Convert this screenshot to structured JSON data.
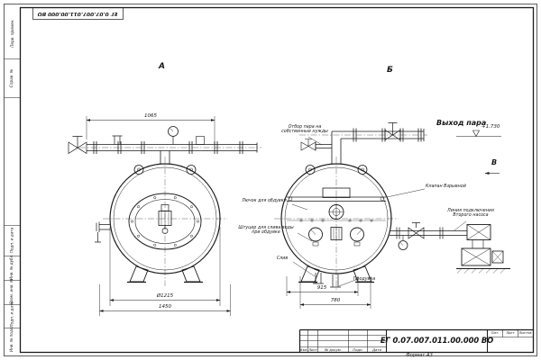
{
  "document": {
    "number": "ЕГ 0.07.007.011.00.000 ВО",
    "format": "Формат А3"
  },
  "views": {
    "a": "А",
    "b": "Б",
    "v": "В"
  },
  "annotations": {
    "steam_outlet": "Выход пара",
    "elevation": "+1.730",
    "steam_takeoff": [
      "Отбор пара на",
      "собственные нужды"
    ],
    "blow_hatch": "Лючок для обдувки",
    "drain_fitting": [
      "Штуцер для слива воды",
      "при обдувке"
    ],
    "drain": "Слив",
    "explosion_valve": "Клапан Взрывной",
    "pump_line": [
      "Линия подключения",
      "Второго насоса"
    ],
    "blowdown": "Продувка"
  },
  "dimensions": {
    "pipe_span": "1065",
    "diameter": "Ø1215",
    "overall_width": "1450",
    "dim_915": "915",
    "dim_780": "780"
  },
  "frame_labels": [
    "Перв. примен.",
    "Справ. №",
    "Подп. и дата",
    "Инв. № дубл.",
    "Взам. инв. №",
    "Подп. и дата",
    "Инв. № подл."
  ],
  "title_block": {
    "doc_number": "ЕГ 0.07.007.011.00.000 ВО",
    "columns": [
      "Изм.",
      "Лист",
      "№ докум.",
      "Подп.",
      "Дата"
    ],
    "right_cells": [
      "Лит.",
      "Лист",
      "Листов"
    ]
  }
}
